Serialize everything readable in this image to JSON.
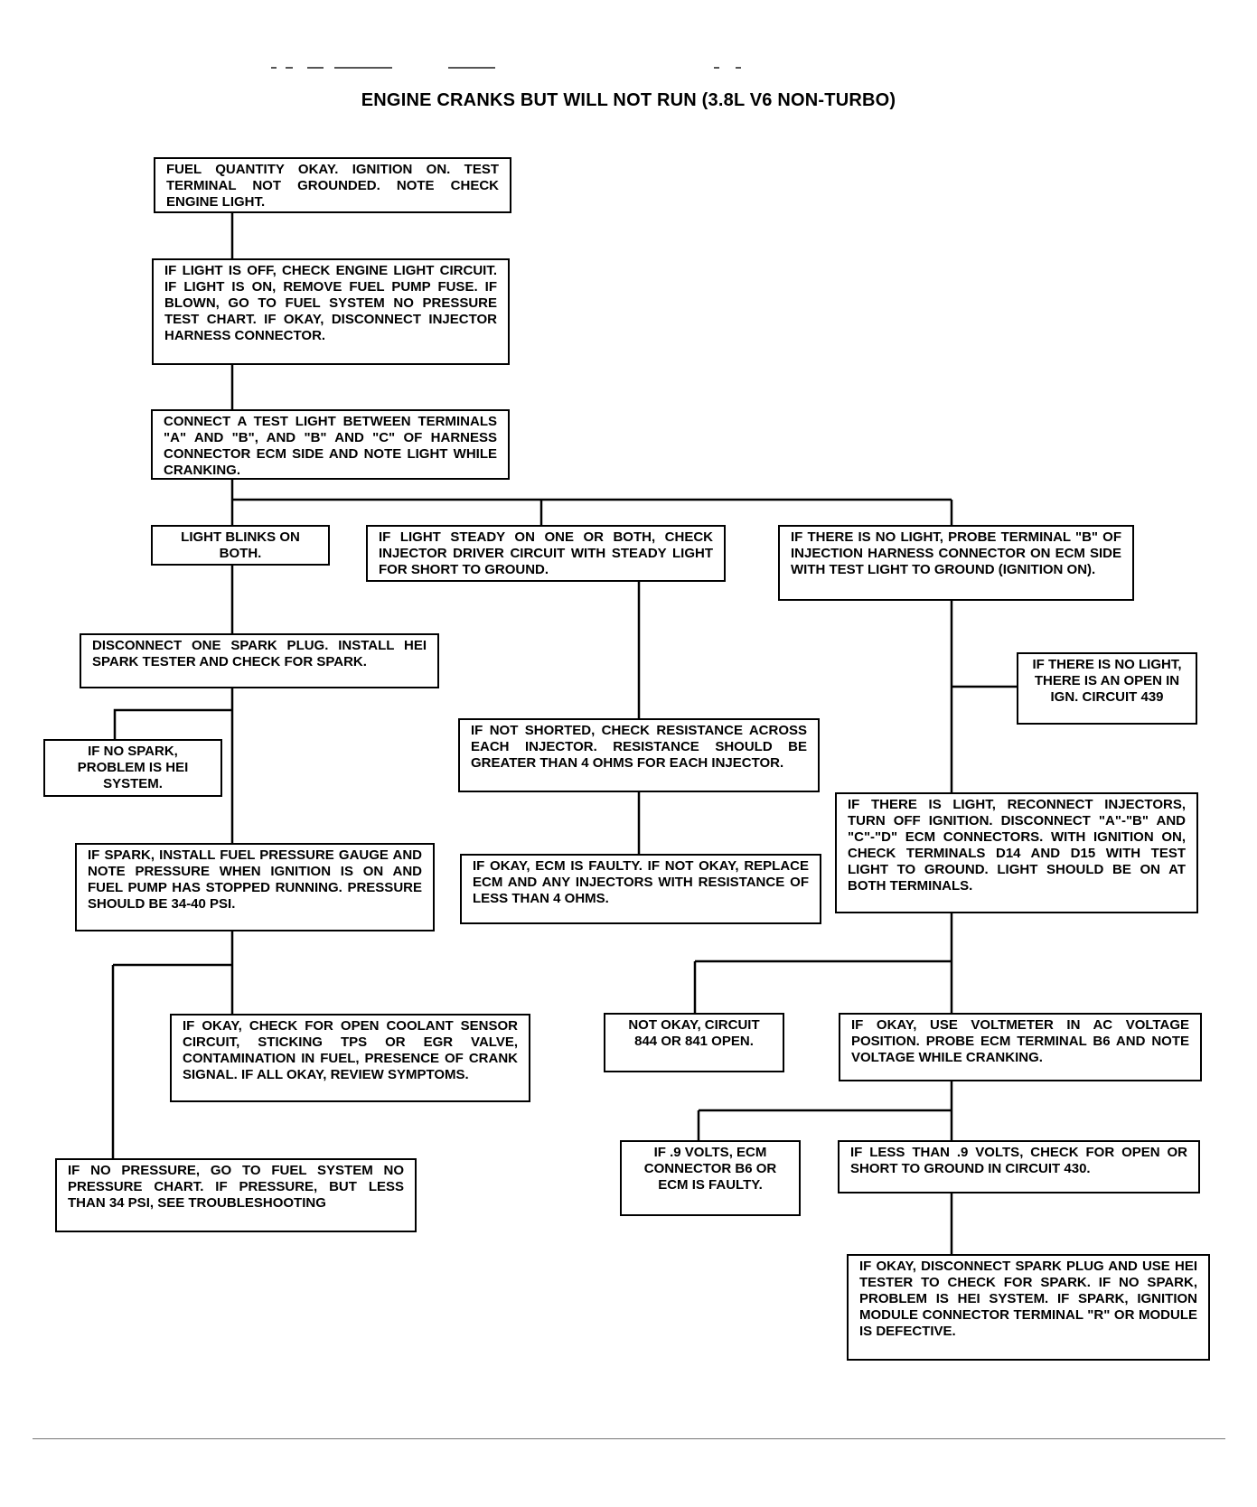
{
  "title": "ENGINE CRANKS BUT WILL NOT RUN (3.8L V6 NON-TURBO)",
  "boxes": {
    "b1": "FUEL QUANTITY OKAY. IGNITION ON. TEST TERMINAL NOT GROUNDED. NOTE CHECK ENGINE LIGHT.",
    "b2": "IF LIGHT IS OFF, CHECK ENGINE LIGHT CIRCUIT. IF LIGHT IS ON, REMOVE FUEL PUMP FUSE. IF BLOWN, GO TO FUEL SYSTEM NO PRESSURE TEST CHART. IF OKAY, DISCONNECT INJECTOR HARNESS CONNECTOR.",
    "b3": "CONNECT A TEST LIGHT BETWEEN TERMINALS \"A\" AND \"B\", AND \"B\" AND \"C\" OF HARNESS CONNECTOR ECM SIDE AND NOTE LIGHT WHILE CRANKING.",
    "b4": "LIGHT BLINKS ON BOTH.",
    "b5": "IF LIGHT STEADY ON ONE OR BOTH, CHECK INJECTOR DRIVER CIRCUIT WITH STEADY LIGHT FOR SHORT TO GROUND.",
    "b6": "IF THERE IS NO LIGHT, PROBE TERMINAL \"B\" OF INJECTION HARNESS CONNECTOR ON ECM SIDE WITH TEST LIGHT TO GROUND (IGNITION ON).",
    "b7": "DISCONNECT ONE SPARK PLUG. INSTALL HEI SPARK TESTER AND CHECK FOR SPARK.",
    "b8": "IF THERE IS NO LIGHT, THERE IS AN OPEN IN IGN. CIRCUIT 439",
    "b9": "IF NO SPARK, PROBLEM IS HEI SYSTEM.",
    "b10": "IF NOT SHORTED, CHECK RESISTANCE ACROSS EACH INJECTOR. RESISTANCE SHOULD BE GREATER THAN 4 OHMS FOR EACH INJECTOR.",
    "b11": "IF THERE IS LIGHT, RECONNECT INJECTORS, TURN OFF IGNITION. DISCONNECT \"A\"-\"B\" AND \"C\"-\"D\" ECM CONNECTORS. WITH IGNITION ON, CHECK TERMINALS D14 AND D15 WITH TEST LIGHT TO GROUND. LIGHT SHOULD BE ON AT BOTH TERMINALS.",
    "b12": "IF SPARK, INSTALL FUEL PRESSURE GAUGE AND NOTE PRESSURE WHEN IGNITION IS ON AND FUEL PUMP HAS STOPPED RUNNING. PRESSURE SHOULD BE 34-40 PSI.",
    "b13": "IF OKAY, ECM IS FAULTY. IF NOT OKAY, REPLACE ECM AND ANY INJECTORS WITH RESISTANCE OF LESS THAN 4 OHMS.",
    "b14": "IF OKAY, CHECK FOR OPEN COOLANT SENSOR CIRCUIT, STICKING TPS OR EGR VALVE, CONTAMINATION IN FUEL, PRESENCE OF CRANK SIGNAL. IF ALL OKAY, REVIEW SYMPTOMS.",
    "b15": "NOT OKAY, CIRCUIT 844 OR 841 OPEN.",
    "b16": "IF OKAY, USE VOLTMETER IN AC VOLTAGE POSITION. PROBE ECM TERMINAL B6 AND NOTE VOLTAGE WHILE CRANKING.",
    "b17": "IF NO PRESSURE, GO TO FUEL SYSTEM NO PRESSURE CHART. IF PRESSURE, BUT LESS THAN 34 PSI, SEE TROUBLESHOOTING",
    "b18": "IF .9 VOLTS, ECM CONNECTOR B6 OR ECM IS FAULTY.",
    "b19": "IF LESS THAN .9 VOLTS, CHECK FOR OPEN OR SHORT TO GROUND IN CIRCUIT 430.",
    "b20": "IF OKAY, DISCONNECT SPARK PLUG AND USE HEI TESTER TO CHECK FOR SPARK. IF NO SPARK, PROBLEM IS HEI SYSTEM. IF SPARK, IGNITION MODULE CONNECTOR TERMINAL \"R\" OR MODULE IS DEFECTIVE."
  }
}
